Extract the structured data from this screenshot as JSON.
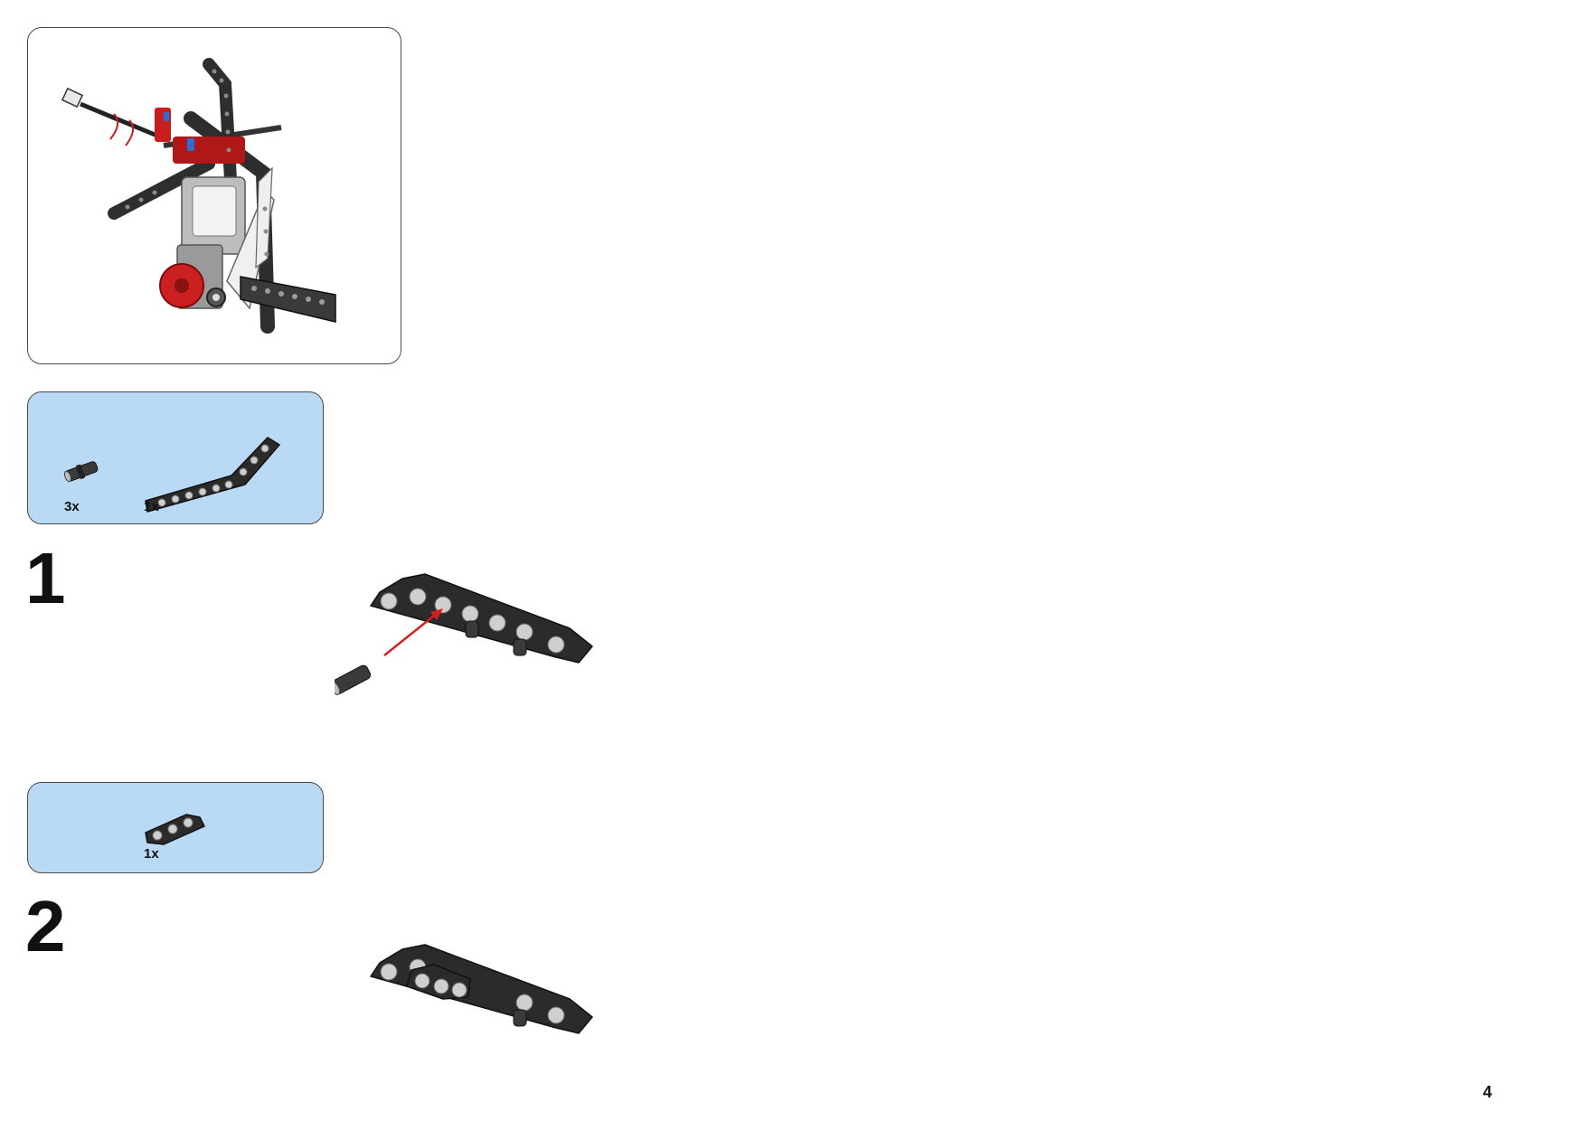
{
  "steps": [
    {
      "number": "1",
      "parts": [
        {
          "quantity": "3x",
          "icon": "axle-pin-icon"
        },
        {
          "quantity": "1x",
          "icon": "bent-beam-icon"
        }
      ]
    },
    {
      "number": "2",
      "parts": [
        {
          "quantity": "1x",
          "icon": "short-beam-icon"
        }
      ]
    }
  ],
  "page_number": "4",
  "colors": {
    "parts_box": "#b9d9f5",
    "brick_dark": "#2b2b2b",
    "assembly_arrow": "#d62020"
  }
}
